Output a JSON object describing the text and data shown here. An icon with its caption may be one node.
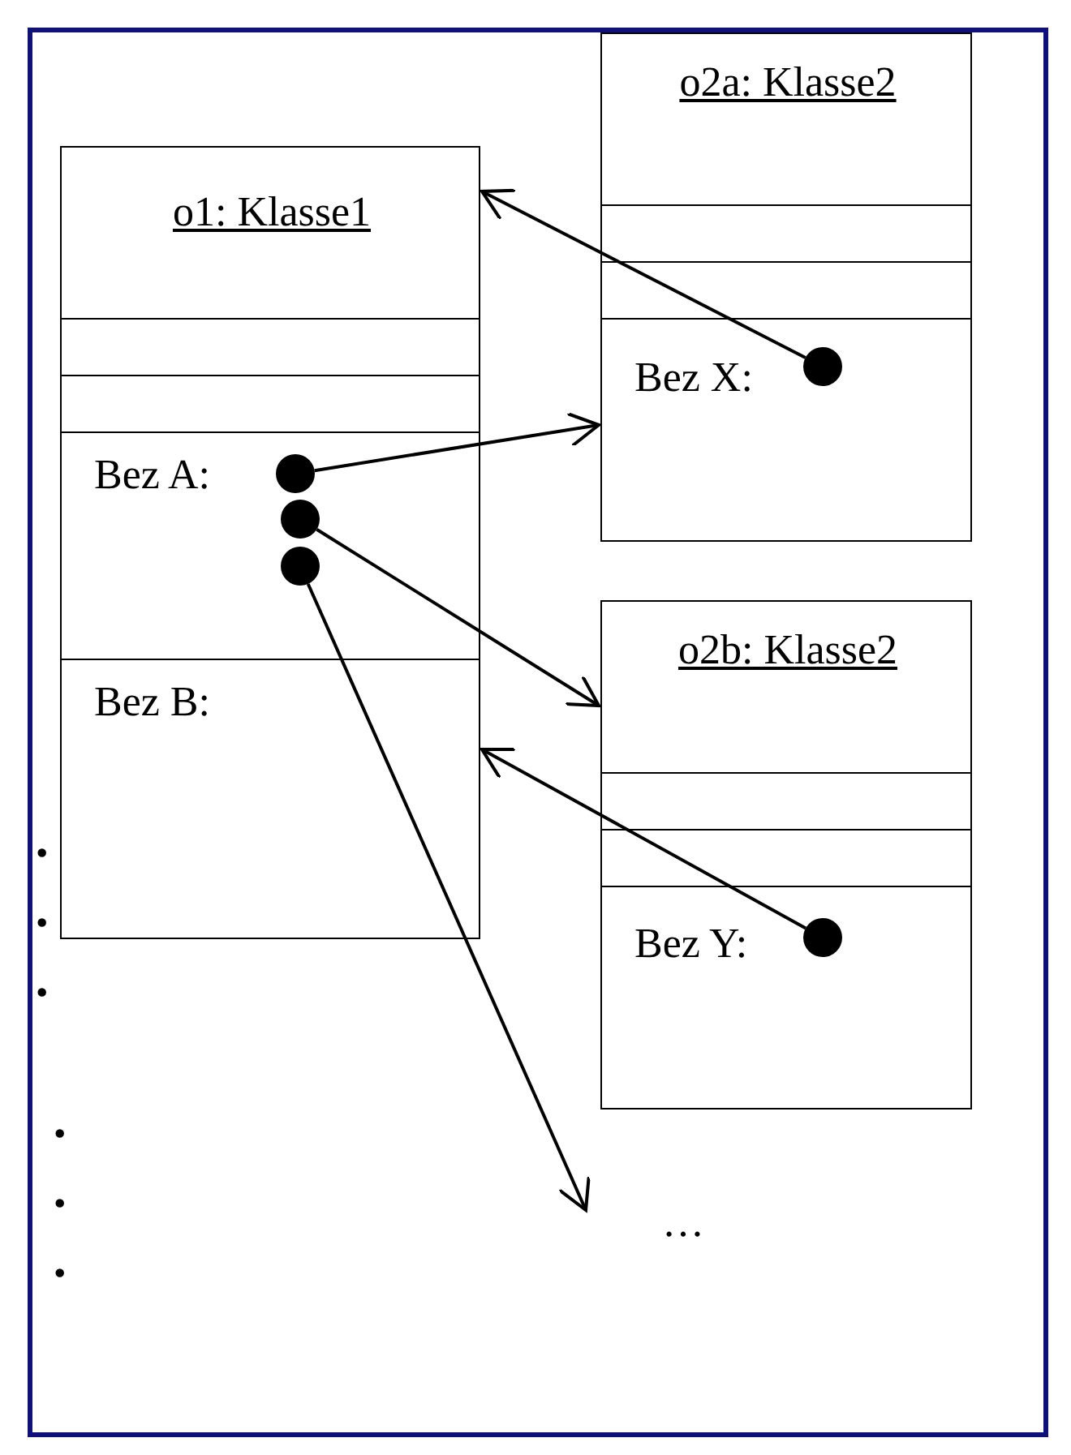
{
  "diagram": {
    "nodes": [
      {
        "text": [
          "o2a: Klasse2",
          "Bez X:"
        ]
      },
      {
        "text": [],
        "shape": "circle",
        "in": 0
      },
      {
        "text": [
          "o1: Klasse1",
          "Bez A:",
          "Bez B:"
        ]
      },
      {
        "text": [],
        "shape": "circle",
        "in": 2
      },
      {
        "text": [],
        "shape": "circle",
        "in": 2
      },
      {
        "text": [],
        "shape": "circle",
        "in": 2
      },
      {
        "text": [
          "o2b: Klasse2",
          "Bez Y:"
        ]
      },
      {
        "text": [],
        "shape": "circle",
        "in": 6
      },
      {
        "text": [
          "…"
        ]
      }
    ],
    "edges": [
      {
        "from": 1,
        "to": 2,
        "arrow": "to"
      },
      {
        "from": 3,
        "to": 0,
        "arrow": "to"
      },
      {
        "from": 4,
        "to": 6,
        "arrow": "to"
      },
      {
        "from": 5,
        "to": 8,
        "arrow": "to"
      },
      {
        "from": 7,
        "to": 2,
        "arrow": "to"
      }
    ],
    "labels": [
      "• • •",
      "• • •"
    ]
  }
}
